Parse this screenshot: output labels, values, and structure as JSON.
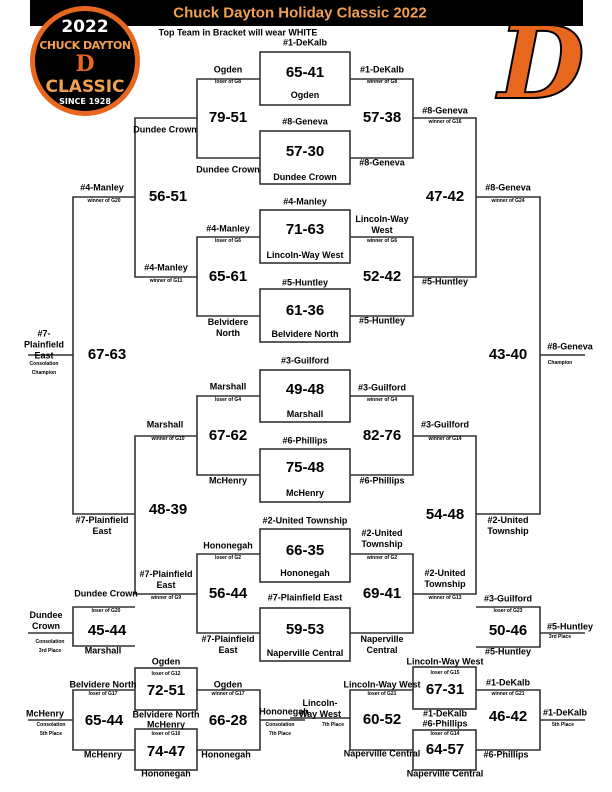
{
  "header": {
    "title": "Chuck Dayton Holiday Classic 2022",
    "subtitle": "Top Team in Bracket will wear WHITE",
    "accent": "#e8671f"
  },
  "logo": {
    "year": "2022",
    "name": "CHUCK DAYTON",
    "classic": "CLASSIC",
    "since": "SINCE 1928",
    "letter": "D"
  },
  "boxes": [
    {
      "top": "#1-DeKalb",
      "score": "65-41",
      "bottom": "Ogden"
    },
    {
      "top": "#8-Geneva",
      "score": "57-30",
      "bottom": "Dundee Crown"
    },
    {
      "top": "#4-Manley",
      "score": "71-63",
      "bottom": "Lincoln-Way West"
    },
    {
      "top": "#5-Huntley",
      "score": "61-36",
      "bottom": "Belvidere North"
    },
    {
      "top": "#3-Guilford",
      "score": "49-48",
      "bottom": "Marshall"
    },
    {
      "top": "#6-Phillips",
      "score": "75-48",
      "bottom": "McHenry"
    },
    {
      "top": "#2-United Township",
      "score": "66-35",
      "bottom": "Hononegah"
    },
    {
      "top": "#7-Plainfield East",
      "score": "59-53",
      "bottom": "Naperville Central"
    }
  ],
  "left": {
    "r1": [
      {
        "top": "Ogden",
        "note": "loser of G8",
        "score": "79-51",
        "bottom": "Dundee Crown"
      },
      {
        "top": "#4-Manley",
        "note": "loser of G6",
        "score": "65-61",
        "bottom": "Belvidere North"
      },
      {
        "top": "Marshall",
        "note": "loser of G4",
        "score": "67-62",
        "bottom": "McHenry"
      },
      {
        "top": "Hononegah",
        "note": "loser of G2",
        "score": "56-44",
        "bottom": "#7-Plainfield East"
      }
    ],
    "r2": [
      {
        "top": "Dundee Crown",
        "score": "56-51",
        "bottom": "#4-Manley",
        "bottom_note": "winner of G11"
      },
      {
        "top": "Marshall",
        "note": "winner of G10",
        "score": "48-39",
        "bottom": "#7-Plainfield East",
        "bottom_note": "winner of G9"
      }
    ],
    "r3": {
      "top": "#4-Manley",
      "note": "winner of G20",
      "score": "67-63",
      "bottom": "#7-Plainfield East"
    },
    "champion": {
      "team": "#7-Plainfield East",
      "line1": "Consolation",
      "line2": "Champion"
    },
    "third": {
      "top": "Dundee Crown",
      "note": "loser of G20",
      "score": "45-44",
      "bottom": "Marshall",
      "result": "Dundee Crown",
      "line1": "Consolation",
      "line2": "3rd Place"
    },
    "fifth": {
      "top": "Belvidere North",
      "note": "loser of G17",
      "score": "65-44",
      "bottom": "McHenry",
      "result": "McHenry",
      "line1": "Consolation",
      "line2": "5th Place"
    },
    "seventh": {
      "top": "Ogden",
      "note": "winner of G17",
      "score": "66-28",
      "bottom": "Hononegah",
      "result": "Hononegah",
      "line1": "Consolation",
      "line2": "7th Place"
    },
    "box_a": {
      "top": "Ogden",
      "note": "loser of G12",
      "score": "72-51",
      "bottom": "Belvidere North"
    },
    "box_b": {
      "top": "McHenry",
      "note": "loser of G10",
      "score": "74-47",
      "bottom": "Hononegah"
    }
  },
  "right": {
    "r1": [
      {
        "top": "#1-DeKalb",
        "note": "winner of G8",
        "score": "57-38",
        "bottom": "#8-Geneva"
      },
      {
        "top": "Lincoln-Way West",
        "note": "winner of G6",
        "score": "52-42",
        "bottom": "#5-Huntley"
      },
      {
        "top": "#3-Guilford",
        "note": "winner of G4",
        "score": "82-76",
        "bottom": "#6-Phillips"
      },
      {
        "top": "#2-United Township",
        "note": "winner of G2",
        "score": "69-41",
        "bottom": "Naperville Central"
      }
    ],
    "r2": [
      {
        "top": "#8-Geneva",
        "note": "winner of G16",
        "score": "47-42",
        "bottom": "#5-Huntley"
      },
      {
        "top": "#3-Guilford",
        "note": "winner of G14",
        "score": "54-48",
        "bottom": "#2-United Township",
        "bottom_note": "winner of G13"
      }
    ],
    "r3": {
      "top": "#8-Geneva",
      "note": "winner of G24",
      "score": "43-40",
      "bottom": "#2-United Township"
    },
    "champion": {
      "team": "#8-Geneva",
      "line1": "Champion"
    },
    "third": {
      "top": "#3-Guilford",
      "note": "loser of G23",
      "score": "50-46",
      "bottom": "#5-Huntley",
      "result": "#5-Huntley",
      "line1": "3rd Place"
    },
    "seventh": {
      "top": "Lincoln-Way West",
      "note": "loser of G21",
      "score": "60-52",
      "bottom": "Naperville Central",
      "result": "Lincoln-Way West",
      "line1": "7th Place"
    },
    "fifth": {
      "top": "#1-DeKalb",
      "note": "winner of G21",
      "score": "46-42",
      "bottom": "#6-Phillips",
      "result": "#1-DeKalb",
      "line1": "5th Place"
    },
    "box_a": {
      "top": "Lincoln-Way West",
      "note": "loser of G15",
      "score": "67-31",
      "bottom": "#1-DeKalb"
    },
    "box_b": {
      "top": "#6-Phillips",
      "note": "loser of G14",
      "score": "64-57",
      "bottom": "Naperville Central"
    }
  }
}
